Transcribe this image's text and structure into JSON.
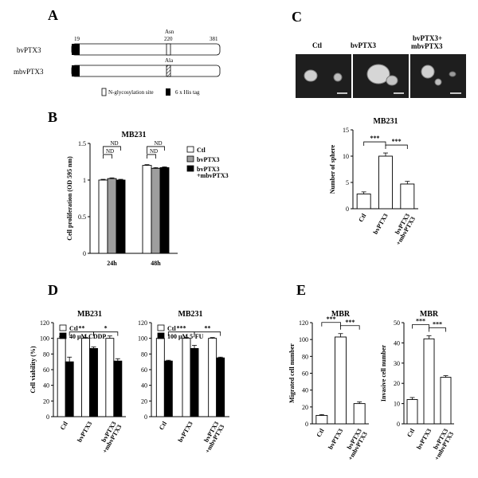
{
  "panel_letters": [
    "A",
    "B",
    "C",
    "D",
    "E"
  ],
  "schematic": {
    "rows": [
      {
        "label": "bvPTX3",
        "start": "19",
        "site_label": "Asn",
        "site_pos": "220",
        "end": "381",
        "mutant": false
      },
      {
        "label": "mbvPTX3",
        "site_label": "Ala",
        "mutant": true
      }
    ],
    "legend": [
      {
        "label": "N-glycosylation site",
        "icon": "open-box-icon"
      },
      {
        "label": "6 x His tag",
        "icon": "black-box-icon"
      }
    ]
  },
  "images": {
    "labels": [
      "Ctl",
      "bvPTX3",
      "bvPTX3+\nmbvPTX3"
    ]
  },
  "colors": {
    "white": "#ffffff",
    "gray": "#9e9e9e",
    "black": "#000000"
  },
  "chart_data": [
    {
      "id": "B",
      "type": "bar",
      "title": "MB231",
      "ylabel": "Cell proliferation (OD 595 nm)",
      "groups": [
        "24h",
        "48h"
      ],
      "series": [
        {
          "name": "Ctl",
          "color": "white",
          "values": [
            1.0,
            1.2
          ],
          "errors": [
            0.01,
            0.01
          ]
        },
        {
          "name": "bvPTX3",
          "color": "gray",
          "values": [
            1.02,
            1.16
          ],
          "errors": [
            0.01,
            0.01
          ]
        },
        {
          "name": "bvPTX3\n+mbvPTX3",
          "color": "black",
          "values": [
            1.0,
            1.17
          ],
          "errors": [
            0.01,
            0.01
          ]
        }
      ],
      "ylim": [
        0,
        1.5
      ],
      "yticks": [
        0,
        0.5,
        1.0,
        1.5
      ],
      "ytick_labels": [
        "0",
        "0.5",
        "1",
        "1.5"
      ],
      "significance": [
        {
          "group": 0,
          "a": 0,
          "b": 1,
          "text": "ND",
          "level": 0
        },
        {
          "group": 0,
          "a": 0,
          "b": 2,
          "text": "ND",
          "level": 1
        },
        {
          "group": 1,
          "a": 0,
          "b": 1,
          "text": "ND",
          "level": 0
        },
        {
          "group": 1,
          "a": 0,
          "b": 2,
          "text": "ND",
          "level": 1
        }
      ],
      "legend_position": "right"
    },
    {
      "id": "C",
      "type": "bar",
      "title": "MB231",
      "ylabel": "Number of sphere",
      "categories": [
        "Ctl",
        "bvPTX3",
        "bvPTX3\n+mbvPTX3"
      ],
      "values": [
        2.8,
        10.0,
        4.7
      ],
      "errors": [
        0.4,
        0.6,
        0.5
      ],
      "ylim": [
        0,
        15
      ],
      "yticks": [
        0,
        5,
        10,
        15
      ],
      "ytick_labels": [
        "0",
        "5",
        "10",
        "15"
      ],
      "significance": [
        {
          "a": 0,
          "b": 1,
          "text": "***"
        },
        {
          "a": 1,
          "b": 2,
          "text": "***"
        }
      ]
    },
    {
      "id": "D1",
      "type": "bar",
      "title": "MB231",
      "ylabel": "Cell viability (%)",
      "groups": [
        "Ctl",
        "bvPTX3",
        "bvPTX3\n+mbvPTX3"
      ],
      "series": [
        {
          "name": "Ctl",
          "color": "white",
          "values": [
            100,
            100,
            100
          ],
          "errors": [
            2,
            1,
            3
          ]
        },
        {
          "name": "40 μM CDDP",
          "color": "black",
          "values": [
            70,
            87,
            71
          ],
          "errors": [
            6,
            2,
            3
          ]
        }
      ],
      "ylim": [
        0,
        120
      ],
      "yticks": [
        0,
        20,
        40,
        60,
        80,
        100,
        120
      ],
      "ytick_labels": [
        "0",
        "20",
        "40",
        "60",
        "80",
        "100",
        "120"
      ],
      "significance": [
        {
          "a": [
            0,
            1
          ],
          "b": [
            1,
            1
          ],
          "text": "**"
        },
        {
          "a": [
            1,
            1
          ],
          "b": [
            2,
            1
          ],
          "text": "*"
        }
      ],
      "legend_position": "top-left"
    },
    {
      "id": "D2",
      "type": "bar",
      "title": "MB231",
      "ylabel": "",
      "groups": [
        "Ctl",
        "bvPTX3",
        "bvPTX3\n+mbvPTX3"
      ],
      "series": [
        {
          "name": "Ctl",
          "color": "white",
          "values": [
            100,
            100,
            100
          ],
          "errors": [
            1,
            1,
            1
          ]
        },
        {
          "name": "100 μM 5-FU",
          "color": "black",
          "values": [
            71,
            87,
            75
          ],
          "errors": [
            1,
            4,
            1
          ]
        }
      ],
      "ylim": [
        0,
        120
      ],
      "yticks": [
        0,
        20,
        40,
        60,
        80,
        100,
        120
      ],
      "ytick_labels": [
        "0",
        "20",
        "40",
        "60",
        "80",
        "100",
        "120"
      ],
      "significance": [
        {
          "a": [
            0,
            1
          ],
          "b": [
            1,
            1
          ],
          "text": "***"
        },
        {
          "a": [
            1,
            1
          ],
          "b": [
            2,
            1
          ],
          "text": "**"
        }
      ],
      "legend_position": "top-left"
    },
    {
      "id": "E1",
      "type": "bar",
      "title": "MBR",
      "ylabel": "Migrated cell number",
      "categories": [
        "Ctl",
        "bvPTX3",
        "bvPTX3\n+mbvPTX3"
      ],
      "values": [
        10,
        103,
        24
      ],
      "errors": [
        1,
        4,
        2
      ],
      "ylim": [
        0,
        120
      ],
      "yticks": [
        0,
        20,
        40,
        60,
        80,
        100,
        120
      ],
      "ytick_labels": [
        "0",
        "20",
        "40",
        "60",
        "80",
        "100",
        "120"
      ],
      "significance": [
        {
          "a": 0,
          "b": 1,
          "text": "***"
        },
        {
          "a": 1,
          "b": 2,
          "text": "***"
        }
      ]
    },
    {
      "id": "E2",
      "type": "bar",
      "title": "MBR",
      "ylabel": "Invasive cell number",
      "categories": [
        "Ctl",
        "bvPTX3",
        "bvPTX3\n+mbvPTX3"
      ],
      "values": [
        12,
        42,
        23
      ],
      "errors": [
        1,
        1.5,
        0.8
      ],
      "ylim": [
        0,
        50
      ],
      "yticks": [
        0,
        10,
        20,
        30,
        40,
        50
      ],
      "ytick_labels": [
        "0",
        "10",
        "20",
        "30",
        "40",
        "50"
      ],
      "significance": [
        {
          "a": 0,
          "b": 1,
          "text": "***"
        },
        {
          "a": 1,
          "b": 2,
          "text": "***"
        }
      ]
    }
  ]
}
